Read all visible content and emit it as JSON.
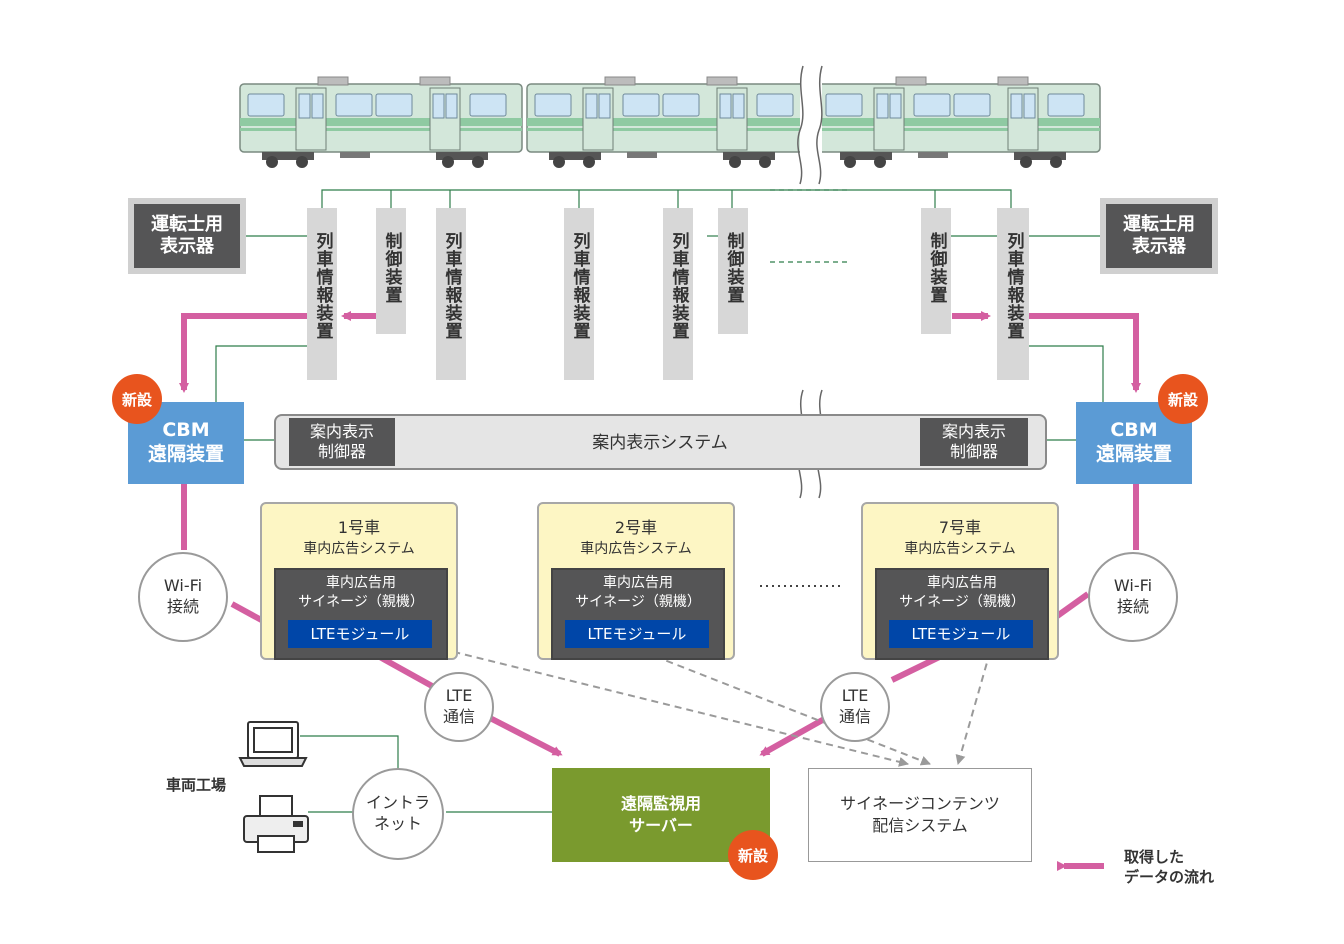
{
  "driver_display": "運転士用表示器",
  "train_info_device": "列車情報装置",
  "control_device": "制御装置",
  "guidance_system": "案内表示システム",
  "guidance_controller": "案内表示制御器",
  "cbm": {
    "line1": "CBM",
    "line2": "遠隔装置"
  },
  "new_badge": "新設",
  "cars": [
    {
      "title": "1号車",
      "subtitle": "車内広告システム"
    },
    {
      "title": "2号車",
      "subtitle": "車内広告システム"
    },
    {
      "title": "7号車",
      "subtitle": "車内広告システム"
    }
  ],
  "signage": {
    "line1": "車内広告用",
    "line2": "サイネージ（親機）"
  },
  "lte_module": "LTEモジュール",
  "wifi": {
    "line1": "Wi-Fi",
    "line2": "接続"
  },
  "lte_comm": {
    "line1": "LTE",
    "line2": "通信"
  },
  "intranet": {
    "line1": "イントラ",
    "line2": "ネット"
  },
  "depot": "車両工場",
  "server": {
    "line1": "遠隔監視用",
    "line2": "サーバー"
  },
  "content_system": {
    "line1": "サイネージコンテンツ",
    "line2": "配信システム"
  },
  "legend": {
    "line1": "取得した",
    "line2": "データの流れ"
  },
  "colors": {
    "train_body": "#cfe3d6",
    "train_stripe": "#8fcaa2",
    "flow_arrow": "#d45fa1",
    "connector_line": "#2e7d4b",
    "cbm_blue": "#5b9bd5",
    "server_green": "#7a9a2e",
    "new_badge_orange": "#e8541e",
    "lte_module_blue": "#0046a8",
    "ad_system_yellow": "#fdf6c4"
  }
}
